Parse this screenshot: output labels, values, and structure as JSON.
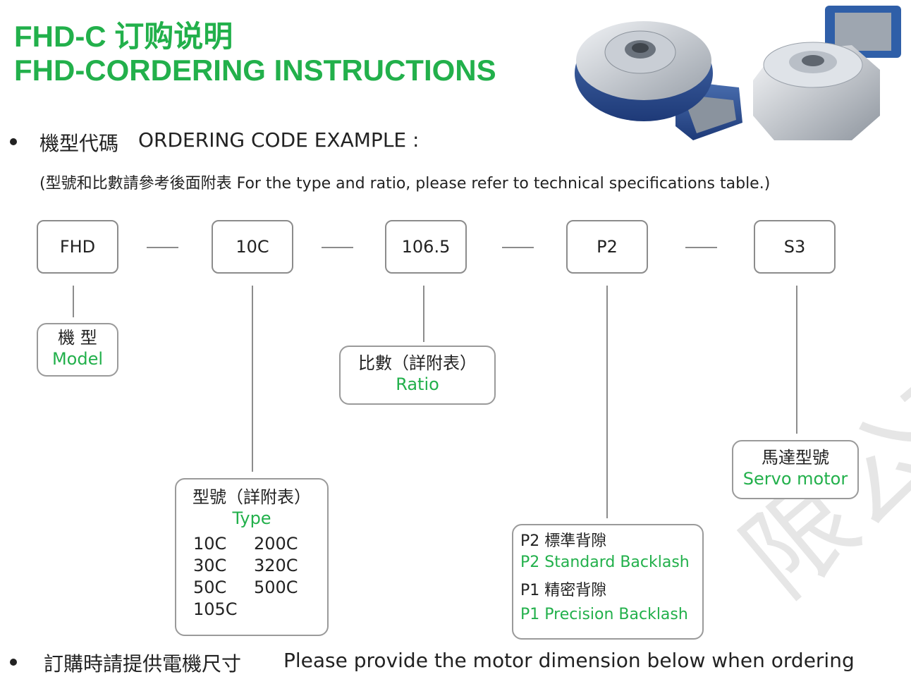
{
  "title": {
    "line1": "FHD-C 订购说明",
    "line2": "FHD-CORDERING INSTRUCTIONS"
  },
  "section1": {
    "heading_zh": "機型代碼",
    "heading_en": "ORDERING CODE EXAMPLE :",
    "note": "(型號和比數請參考後面附表 For the type and ratio, please refer to technical specifications table.)"
  },
  "code": {
    "segments": [
      "FHD",
      "10C",
      "106.5",
      "P2",
      "S3"
    ],
    "separator": "—"
  },
  "labels": {
    "model": {
      "zh": "機 型",
      "en": "Model"
    },
    "ratio": {
      "zh": "比數（詳附表）",
      "en": "Ratio"
    },
    "servo": {
      "zh": "馬達型號",
      "en": "Servo motor"
    },
    "type": {
      "zh": "型號（詳附表）",
      "en": "Type",
      "values": [
        "10C",
        "200C",
        "30C",
        "320C",
        "50C",
        "500C",
        "105C"
      ]
    },
    "backlash": {
      "p2_zh": "P2 標準背隙",
      "p2_en": "P2 Standard Backlash",
      "p1_zh": "P1 精密背隙",
      "p1_en": "P1 Precision Backlash"
    }
  },
  "section2": {
    "zh": "訂購時請提供電機尺寸",
    "en": "Please provide the motor dimension below when ordering"
  },
  "watermark": "限公司",
  "colors": {
    "accent": "#22b04b",
    "border": "#8c8c8c",
    "product_blue": "#2f4f8f",
    "product_silver": "#cfd3d8"
  }
}
